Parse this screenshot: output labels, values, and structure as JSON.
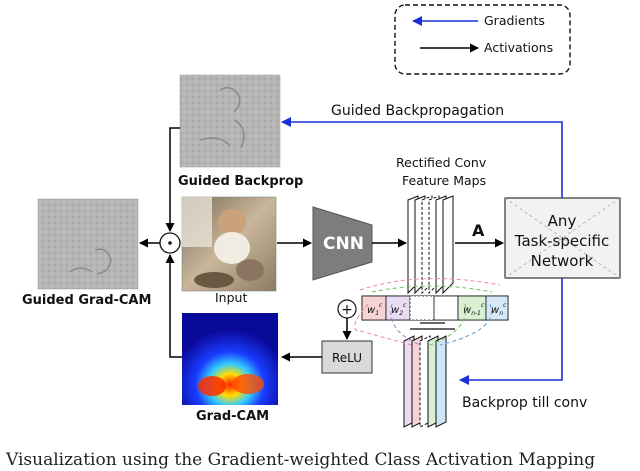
{
  "legend": {
    "gradients": "Gradients",
    "activations": "Activations"
  },
  "labels": {
    "guided_backpropagation": "Guided Backpropagation",
    "guided_backprop": "Guided Backprop",
    "rectified_line1": "Rectified Conv",
    "rectified_line2": "Feature Maps",
    "a": "A",
    "any_line1": "Any",
    "any_line2": "Task-specific",
    "any_line3": "Network",
    "cnn": "CNN",
    "input": "Input",
    "guided_gradcam": "Guided Grad-CAM",
    "gradcam": "Grad-CAM",
    "relu": "ReLU",
    "backprop_till_conv": "Backprop till conv",
    "plus": "+",
    "dot": "⊙"
  },
  "weights": [
    {
      "base": "w",
      "sub": "1",
      "sup": "c",
      "color": "#f7d3d6"
    },
    {
      "base": "w",
      "sub": "2",
      "sup": "c",
      "color": "#e9dcf3"
    },
    {
      "base": "w",
      "sub": "n-1",
      "sup": "c",
      "color": "#d9f0d3"
    },
    {
      "base": "w",
      "sub": "n",
      "sup": "c",
      "color": "#d6e8f7"
    }
  ],
  "caption": "Visualization using the Gradient-weighted Class Activation Mapping",
  "colors": {
    "gradient_arrow": "#1a2fd6",
    "activation_arrow": "#000000",
    "heat_low": "#1a1aff",
    "heat_high": "#ff2a00"
  }
}
